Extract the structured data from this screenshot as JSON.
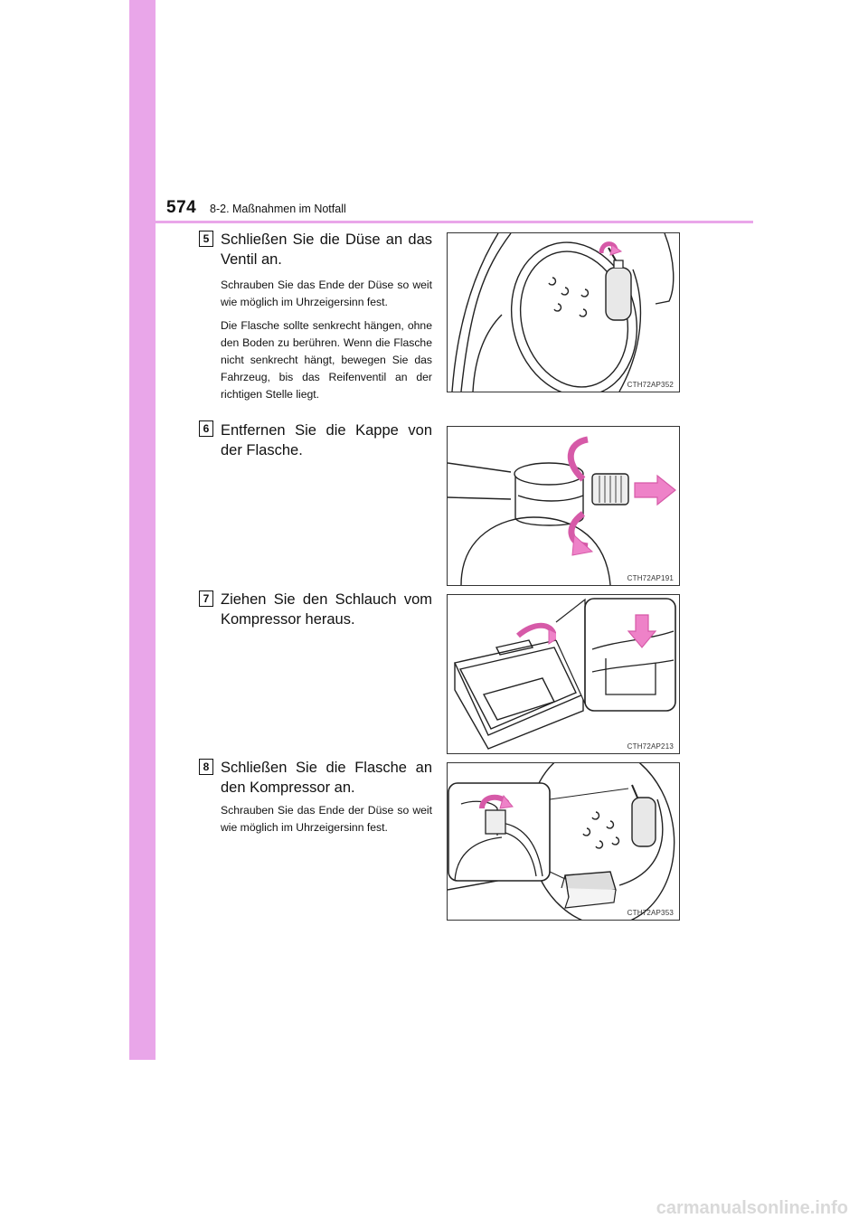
{
  "header": {
    "page_number": "574",
    "section_title": "8-2. Maßnahmen im Notfall"
  },
  "steps": [
    {
      "number": "5",
      "title": "Schließen Sie die Düse an das Ventil an.",
      "body": [
        "Schrauben Sie das Ende der Düse so weit wie möglich im Uhrzeigersinn fest.",
        "Die Flasche sollte senkrecht hängen, ohne den Boden zu berühren. Wenn die Flasche nicht senkrecht hängt, bewegen Sie das Fahrzeug, bis das Reifenventil an der richtigen Stelle liegt."
      ],
      "figure_code": "CTH72AP352"
    },
    {
      "number": "6",
      "title": "Entfernen Sie die Kappe von der Flasche.",
      "body": [],
      "figure_code": "CTH72AP191"
    },
    {
      "number": "7",
      "title": "Ziehen Sie den Schlauch vom Kompressor heraus.",
      "body": [],
      "figure_code": "CTH72AP213"
    },
    {
      "number": "8",
      "title": "Schließen Sie die Flasche an den Kompressor an.",
      "body": [
        "Schrauben Sie das Ende der Düse so weit wie möglich im Uhrzeigersinn fest."
      ],
      "figure_code": "CTH72AP353"
    }
  ],
  "footer": {
    "watermark": "carmanualsonline.info"
  },
  "colors": {
    "accent_pink": "#e9a6e9",
    "arrow_pink": "#ee82c8"
  }
}
